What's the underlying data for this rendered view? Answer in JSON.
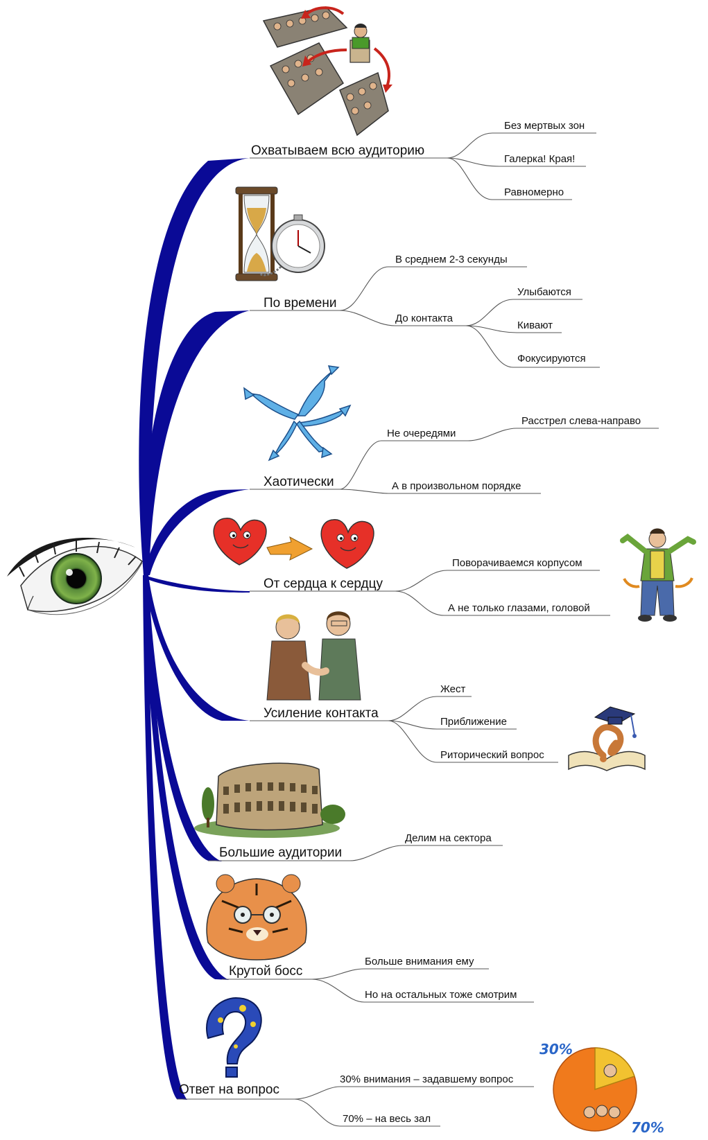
{
  "mindmap": {
    "center": {
      "icon": "eye-icon"
    },
    "branches": [
      {
        "label": "Охватываем всю аудиторию",
        "icon": "audience-rows-icon",
        "children": [
          "Без мертвых зон",
          "Галерка! Края!",
          "Равномерно"
        ]
      },
      {
        "label": "По времени",
        "icon": "hourglass-stopwatch-icon",
        "children": [
          "В среднем 2-3 секунды",
          "До контакта"
        ],
        "grandchildren": [
          "Улыбаются",
          "Кивают",
          "Фокусируются"
        ]
      },
      {
        "label": "Хаотически",
        "icon": "chaotic-arrows-icon",
        "children": [
          "Не очередями",
          "А в произвольном порядке"
        ],
        "grandchildren": [
          "Расстрел слева-направо"
        ]
      },
      {
        "label": "От сердца к сердцу",
        "icon": "hearts-icon",
        "children": [
          "Поворачиваемся корпусом",
          "А не только глазами, головой"
        ],
        "side_icon": "turning-man-icon"
      },
      {
        "label": "Усиление контакта",
        "icon": "handshake-icon",
        "children": [
          "Жест",
          "Приближение",
          "Риторический вопрос"
        ],
        "side_icon": "question-book-icon"
      },
      {
        "label": "Большие аудитории",
        "icon": "colosseum-icon",
        "children": [
          "Делим на сектора"
        ]
      },
      {
        "label": "Крутой босс",
        "icon": "tiger-boss-icon",
        "children": [
          "Больше внимания ему",
          "Но на остальных тоже смотрим"
        ]
      },
      {
        "label": "Ответ на вопрос",
        "icon": "question-mark-icon",
        "children": [
          "30% внимания – задавшему вопрос",
          "70% – на весь зал"
        ],
        "side_icon": "attention-pie-icon"
      }
    ],
    "pie": {
      "labels": [
        "30%",
        "70%"
      ],
      "colors": [
        "#f2c230",
        "#f07a1c"
      ]
    },
    "colors": {
      "trunk": "#0a0a96",
      "thin_line": "#555555",
      "underline": "#b0b0b0"
    }
  }
}
